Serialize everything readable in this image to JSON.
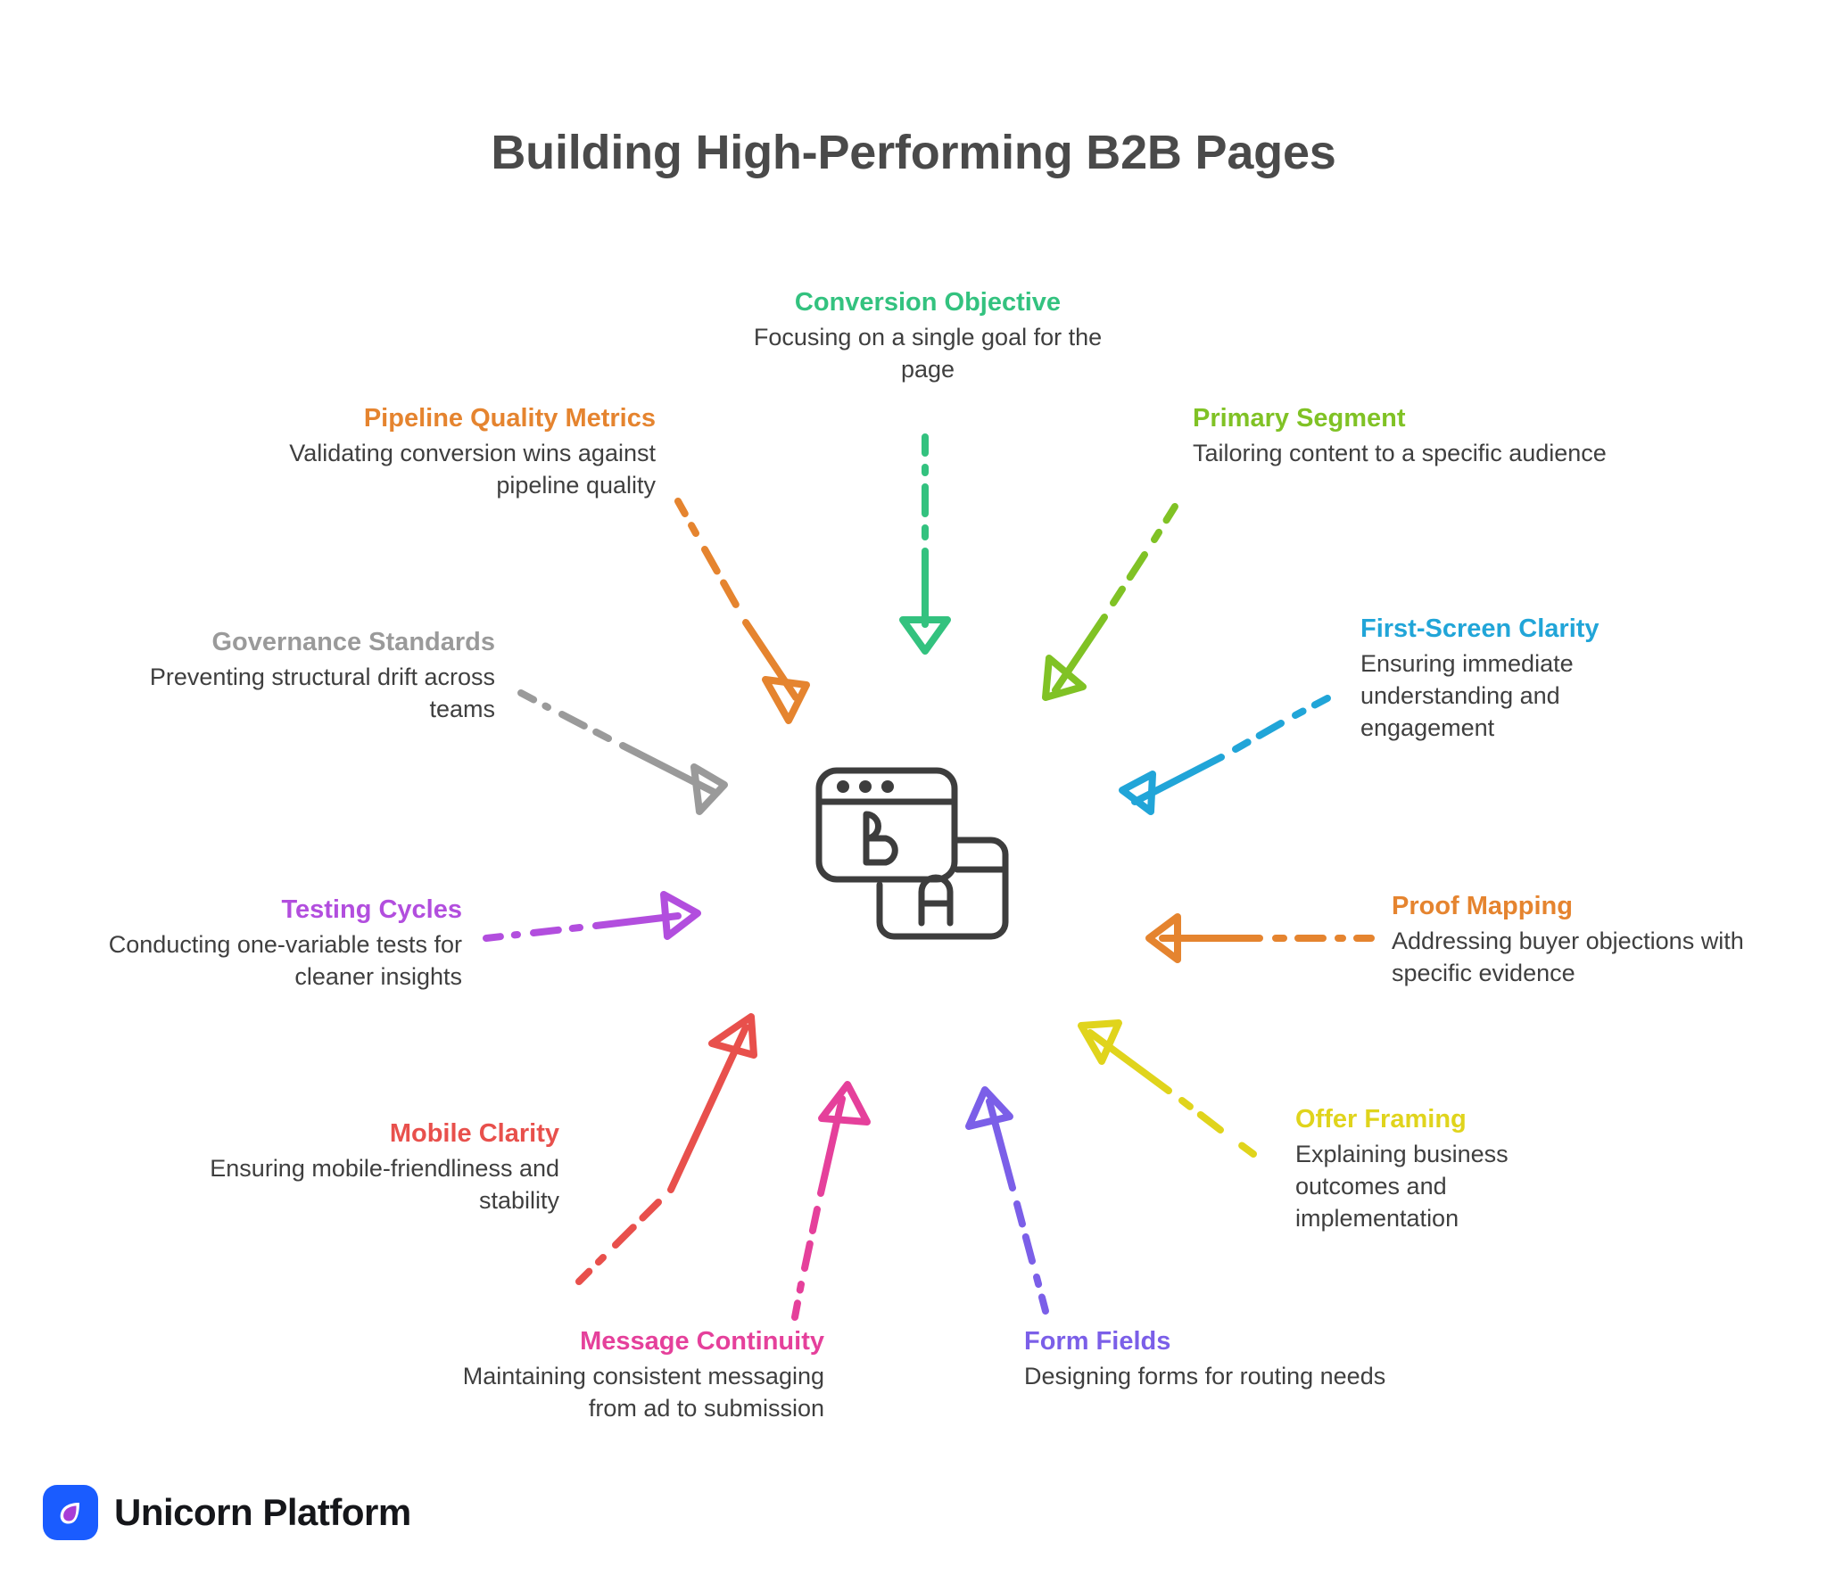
{
  "title": "Building High-Performing B2B Pages",
  "center": {
    "icon": "ab-test-browser-windows-icon",
    "label_b": "B",
    "label_a": "A"
  },
  "footer": {
    "brand": "Unicorn Platform",
    "logo_icon": "unicorn-platform-droplet-logo",
    "logo_bg": "#1a5cff",
    "droplet_color": "#a83dd6"
  },
  "nodes": [
    {
      "id": "conversion-objective",
      "title": "Conversion Objective",
      "desc": "Focusing on a single goal for the page",
      "color": "#33c27f",
      "align": "center"
    },
    {
      "id": "primary-segment",
      "title": "Primary Segment",
      "desc": "Tailoring content to a specific audience",
      "color": "#80c225",
      "align": "left"
    },
    {
      "id": "first-screen-clarity",
      "title": "First-Screen Clarity",
      "desc": "Ensuring immediate understanding and engagement",
      "color": "#21a5d8",
      "align": "left"
    },
    {
      "id": "proof-mapping",
      "title": "Proof Mapping",
      "desc": "Addressing buyer objections with specific evidence",
      "color": "#e5842f",
      "align": "left"
    },
    {
      "id": "offer-framing",
      "title": "Offer Framing",
      "desc": "Explaining business outcomes and implementation",
      "color": "#e0d41c",
      "align": "left"
    },
    {
      "id": "form-fields",
      "title": "Form Fields",
      "desc": "Designing forms for routing needs",
      "color": "#7b5fe8",
      "align": "left"
    },
    {
      "id": "message-continuity",
      "title": "Message Continuity",
      "desc": "Maintaining consistent messaging from ad to submission",
      "color": "#e5409b",
      "align": "right"
    },
    {
      "id": "mobile-clarity",
      "title": "Mobile Clarity",
      "desc": "Ensuring mobile-friendliness and stability",
      "color": "#e8504c",
      "align": "right"
    },
    {
      "id": "testing-cycles",
      "title": "Testing Cycles",
      "desc": "Conducting one-variable tests for cleaner insights",
      "color": "#b24ede",
      "align": "right"
    },
    {
      "id": "governance-standards",
      "title": "Governance Standards",
      "desc": "Preventing structural drift across teams",
      "color": "#9a9a9a",
      "align": "right"
    },
    {
      "id": "pipeline-quality-metrics",
      "title": "Pipeline Quality Metrics",
      "desc": "Validating conversion wins against pipeline quality",
      "color": "#e5842f",
      "align": "right"
    }
  ],
  "chart_data": {
    "type": "diagram",
    "layout": "radial-hub-and-spoke",
    "hub": "A/B testing browser windows icon",
    "spoke_count": 11,
    "title": "Building High-Performing B2B Pages",
    "arrow_style": "tapered-dashed-with-hollow-triangle-head",
    "arrow_direction": "inward-toward-hub"
  }
}
